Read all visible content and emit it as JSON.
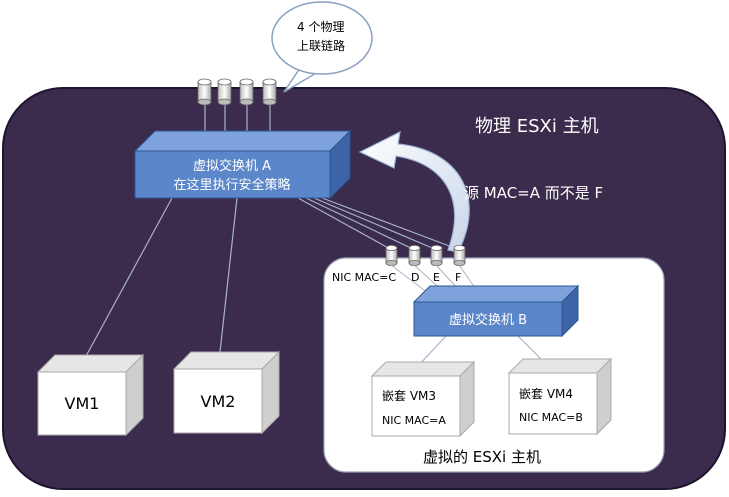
{
  "callout": {
    "line1": "4 个物理",
    "line2": "上联链路"
  },
  "physical_host": {
    "label": "物理 ESXi 主机"
  },
  "vswitch_a": {
    "line1": "虚拟交换机 A",
    "line2": "在这里执行安全策略"
  },
  "source_mac_note": "源 MAC=A 而不是 F",
  "nested_host": {
    "label": "虚拟的 ESXi 主机",
    "nic_labels": [
      "NIC MAC=C",
      "D",
      "E",
      "F"
    ]
  },
  "vswitch_b": {
    "label": "虚拟交换机 B"
  },
  "vms": [
    {
      "name": "VM1"
    },
    {
      "name": "VM2"
    }
  ],
  "nested_vms": [
    {
      "name": "嵌套 VM3",
      "nic": "NIC MAC=A"
    },
    {
      "name": "嵌套 VM4",
      "nic": "NIC MAC=B"
    }
  ],
  "colors": {
    "host_fill": "#3b2b4d",
    "switch_front": "#5b86c9",
    "switch_top": "#7ea3dc",
    "switch_side": "#3c64a6",
    "box_top": "#e6e6e6",
    "box_side": "#cfcfcf"
  }
}
